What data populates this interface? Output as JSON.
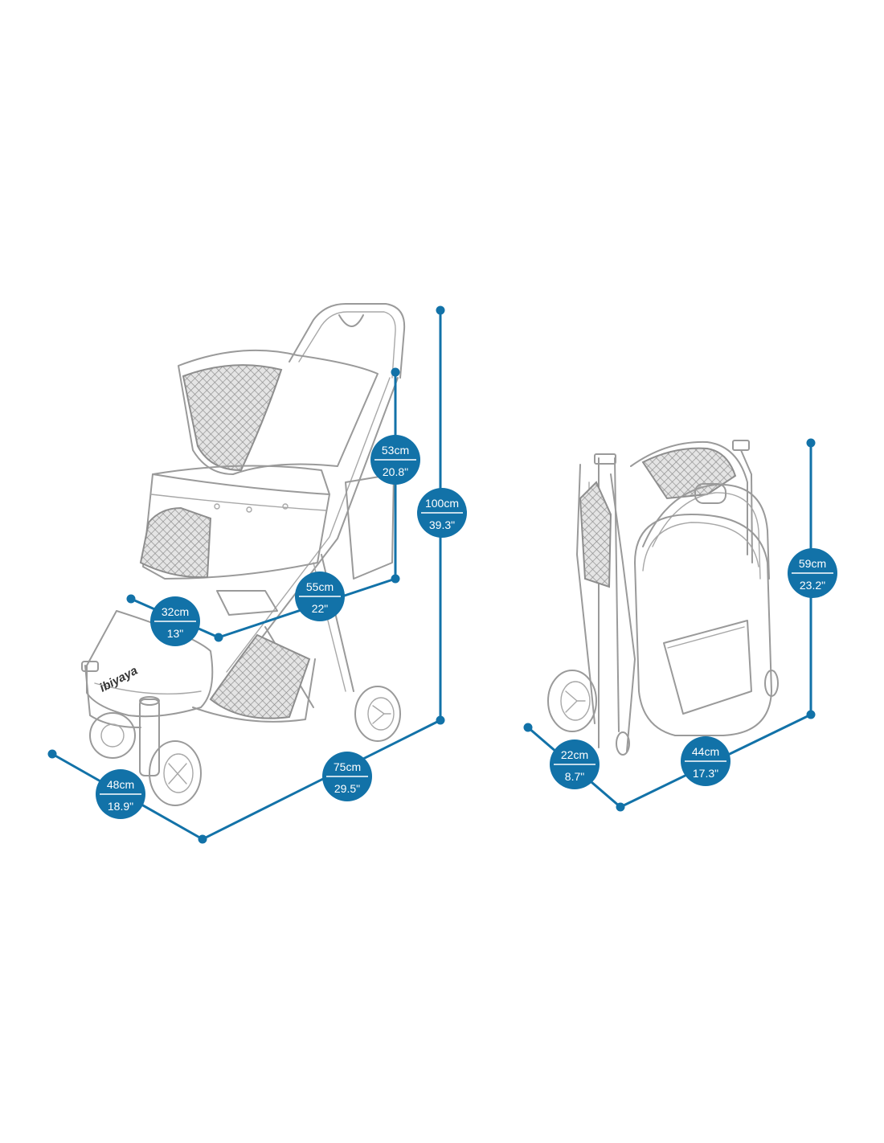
{
  "brand": {
    "logo_text": "ibiyaya"
  },
  "accent_color": "#1272a8",
  "unfolded": {
    "height": {
      "metric": "100cm",
      "imperial": "39.3\""
    },
    "length": {
      "metric": "75cm",
      "imperial": "29.5\""
    },
    "width": {
      "metric": "48cm",
      "imperial": "18.9\""
    },
    "seat_height": {
      "metric": "53cm",
      "imperial": "20.8\""
    },
    "seat_depth": {
      "metric": "55cm",
      "imperial": "22\""
    },
    "seat_width": {
      "metric": "32cm",
      "imperial": "13\""
    }
  },
  "folded": {
    "height": {
      "metric": "59cm",
      "imperial": "23.2\""
    },
    "width": {
      "metric": "44cm",
      "imperial": "17.3\""
    },
    "depth": {
      "metric": "22cm",
      "imperial": "8.7\""
    }
  }
}
